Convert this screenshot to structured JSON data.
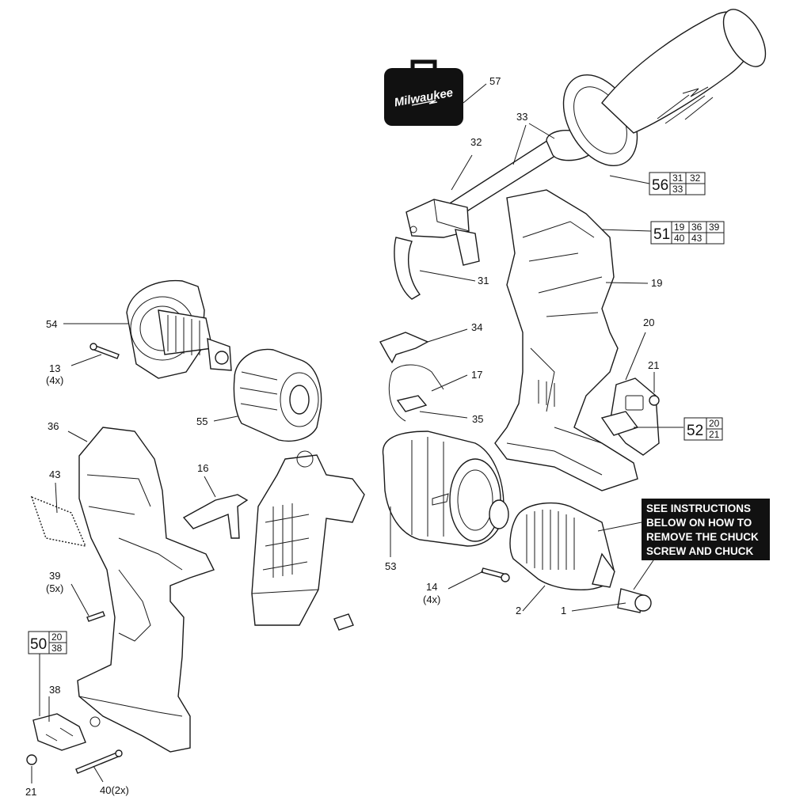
{
  "brand": {
    "logo_text": "Milwaukee"
  },
  "callouts": {
    "c1": "1",
    "c2": "2",
    "c13": "13",
    "c13q": "(4x)",
    "c14": "14",
    "c14q": "(4x)",
    "c16": "16",
    "c17": "17",
    "c19": "19",
    "c20": "20",
    "c21a": "21",
    "c21b": "21",
    "c31": "31",
    "c32": "32",
    "c33": "33",
    "c34": "34",
    "c35": "35",
    "c36": "36",
    "c38": "38",
    "c39": "39",
    "c39q": "(5x)",
    "c40": "40(2x)",
    "c43": "43",
    "c53": "53",
    "c54": "54",
    "c55": "55",
    "c57": "57"
  },
  "kits": {
    "k56": {
      "num": "56",
      "items": [
        "31",
        "32",
        "33",
        ""
      ]
    },
    "k51": {
      "num": "51",
      "items": [
        "19",
        "36",
        "39",
        "40",
        "43",
        ""
      ]
    },
    "k52": {
      "num": "52",
      "items": [
        "20",
        "21"
      ]
    },
    "k50": {
      "num": "50",
      "items": [
        "20",
        "38"
      ]
    }
  },
  "note": {
    "lines": [
      "SEE  INSTRUCTIONS",
      "BELOW ON HOW TO",
      "REMOVE THE CHUCK",
      "SCREW AND CHUCK"
    ]
  },
  "colors": {
    "ink": "#1a1a1a",
    "note_bg": "#111111",
    "paper": "#ffffff"
  }
}
